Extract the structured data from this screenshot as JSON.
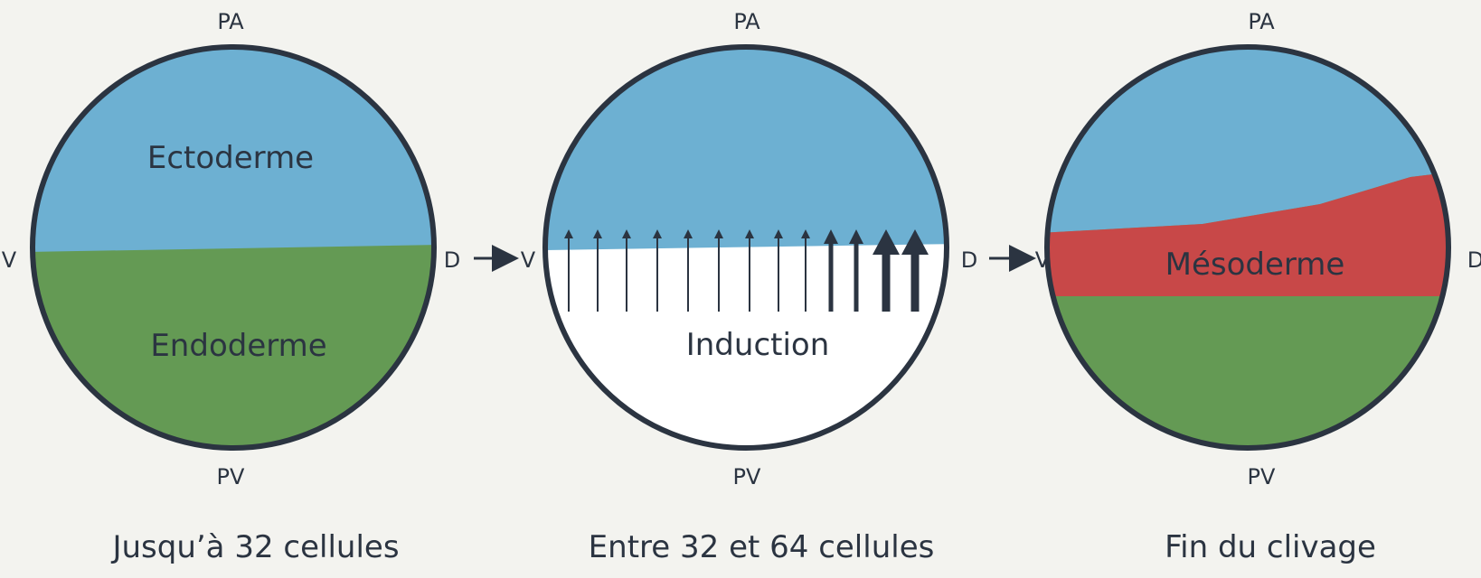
{
  "colors": {
    "background": "#f3f3ef",
    "ectoderm": "#6db0d2",
    "endoderm": "#649a54",
    "mesoderm": "#c84848",
    "outline": "#2b3441",
    "text": "#2b3441"
  },
  "icons": {
    "stage_arrow": "right-arrow-icon",
    "induction_arrow": "up-arrow-icon"
  },
  "stages": [
    {
      "top_pole": "PA",
      "bottom_pole": "PV",
      "left_pole": "V",
      "right_pole": "D",
      "upper_region": "Ectoderme",
      "lower_region": "Endoderme",
      "caption": "Jusqu’à 32 cellules"
    },
    {
      "top_pole": "PA",
      "bottom_pole": "PV",
      "left_pole": "V",
      "right_pole": "D",
      "center_label": "Induction",
      "caption": "Entre 32 et 64 cellules"
    },
    {
      "top_pole": "PA",
      "bottom_pole": "PV",
      "left_pole": "V",
      "right_pole": "D",
      "middle_region": "Mésoderme",
      "caption": "Fin du clivage"
    }
  ]
}
